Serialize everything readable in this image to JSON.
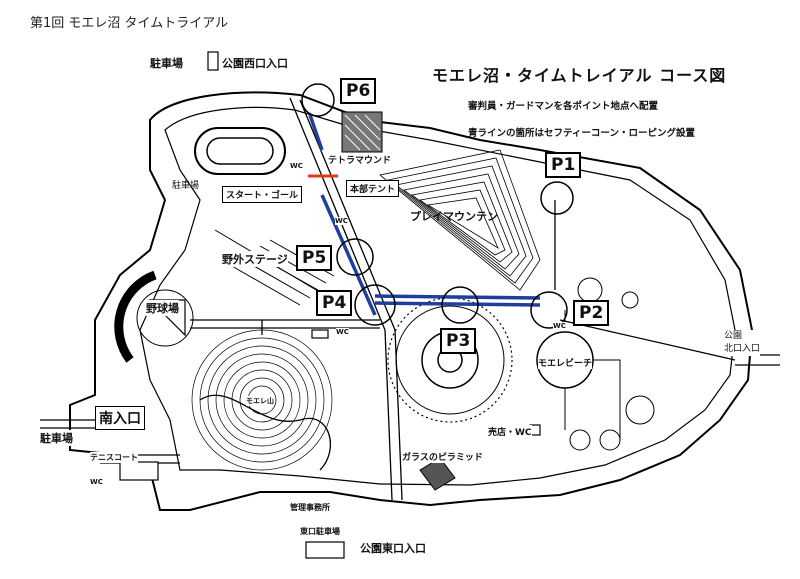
{
  "page_title": "第1回 モエレ沼 タイムトライアル",
  "map": {
    "title": "モエレ沼・タイムトレイアル コース図",
    "notes": [
      "審判員・ガードマンを各ポイント地点へ配置",
      "青ラインの箇所はセフティーコーン・ローピング設置"
    ],
    "points": [
      "P1",
      "P2",
      "P3",
      "P4",
      "P5",
      "P6"
    ],
    "labels": {
      "parking_nw": "駐車場",
      "west_gate": "公園西口入口",
      "tetra_mound": "テトラマウンド",
      "hq_tent": "本部テント",
      "start_goal": "スタート・ゴール",
      "parking_w": "駐車場",
      "play_mountain": "プレイマウンテン",
      "outdoor_stage": "野外ステージ",
      "baseball": "野球場",
      "wc1": "WC",
      "wc2": "WC",
      "wc3": "WC",
      "wc4": "WC",
      "north_gate": "公園\n北口入口",
      "moere_beach": "モエレビーチ",
      "moere_yama": "モエレ山",
      "south_gate": "南入口",
      "parking_s": "駐車場",
      "tennis": "テニスコート",
      "shop_wc": "売店・WC",
      "glass_pyramid": "ガラスのピラミッド",
      "admin_office": "管理事務所",
      "east_parking": "東口駐車場",
      "east_gate": "公園東口入口"
    }
  },
  "colors": {
    "course_blue": "#1f3f9c",
    "start_line": "#e0391c",
    "line": "#000000"
  }
}
